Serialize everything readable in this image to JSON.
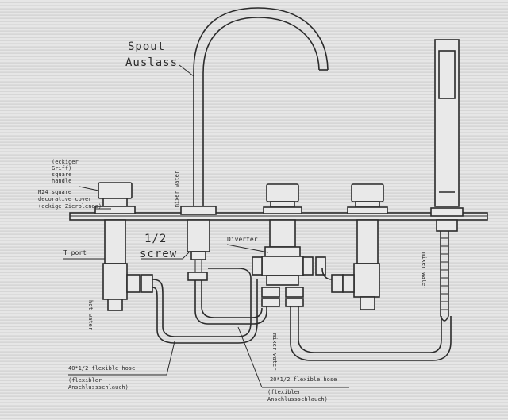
{
  "labels": {
    "spout_line1": "Spout",
    "spout_line2": "Auslass",
    "handle_line1": "(eckiger",
    "handle_line2": "Griff)",
    "handle_line3": "square",
    "handle_line4": "handle",
    "cover_line1": "M24 square",
    "cover_line2": "decorative cover",
    "cover_line3": "(eckige Zierblende)",
    "screw_line1": "1/2",
    "screw_line2": "screw",
    "tport": "T port",
    "diverter": "Diverter",
    "mixer_water_1": "mixer water",
    "mixer_water_2": "mixer water",
    "mixer_water_3": "mixer water",
    "hot_water": "hot water",
    "hose40": "40*1/2  flexible hose",
    "hose40_de1": "(flexibler",
    "hose40_de2": "Anschlussschlauch)",
    "hose20": "20*1/2  flexible hose",
    "hose20_de1": "(flexibler",
    "hose20_de2": "Anschlussschlauch)"
  }
}
